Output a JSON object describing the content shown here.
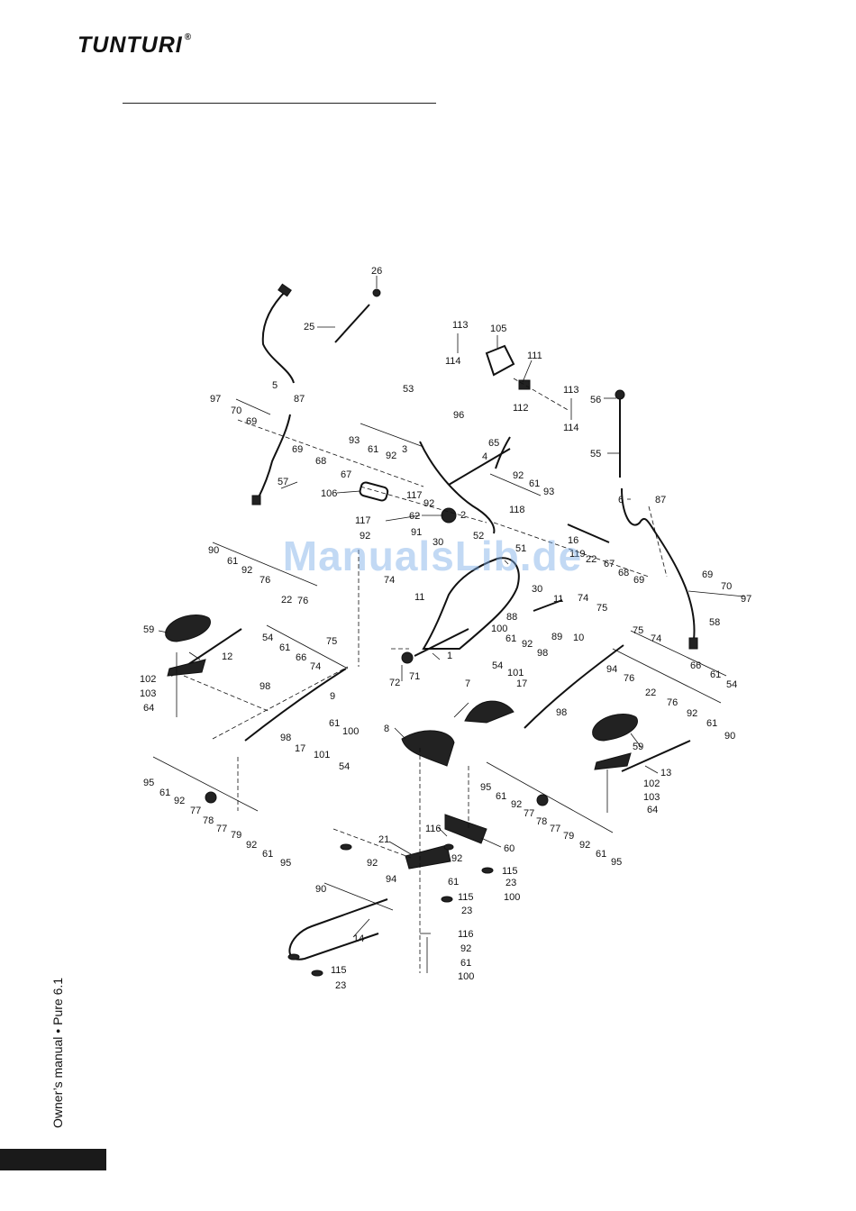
{
  "header": {
    "brand": "TUNTURI",
    "brand_mark": "®"
  },
  "watermark": "ManualsLib.de",
  "footer": {
    "manual_label": "Owner’s manual",
    "separator": "•",
    "model": "Pure 6.1"
  },
  "diagram": {
    "labels": [
      {
        "id": "l26",
        "text": "26"
      },
      {
        "id": "l25",
        "text": "25"
      },
      {
        "id": "l113a",
        "text": "113"
      },
      {
        "id": "l105",
        "text": "105"
      },
      {
        "id": "l114a",
        "text": "114"
      },
      {
        "id": "l111",
        "text": "111"
      },
      {
        "id": "l112",
        "text": "112"
      },
      {
        "id": "l113b",
        "text": "113"
      },
      {
        "id": "l114b",
        "text": "114"
      },
      {
        "id": "l56",
        "text": "56"
      },
      {
        "id": "l55",
        "text": "55"
      },
      {
        "id": "l6",
        "text": "6"
      },
      {
        "id": "l87b",
        "text": "87"
      },
      {
        "id": "l5",
        "text": "5"
      },
      {
        "id": "l87a",
        "text": "87"
      },
      {
        "id": "l97a",
        "text": "97"
      },
      {
        "id": "l70a",
        "text": "70"
      },
      {
        "id": "l69a",
        "text": "69"
      },
      {
        "id": "l53",
        "text": "53"
      },
      {
        "id": "l96",
        "text": "96"
      },
      {
        "id": "l3",
        "text": "3"
      },
      {
        "id": "l93a",
        "text": "93"
      },
      {
        "id": "l61a",
        "text": "61"
      },
      {
        "id": "l92a",
        "text": "92"
      },
      {
        "id": "l69b",
        "text": "69"
      },
      {
        "id": "l68a",
        "text": "68"
      },
      {
        "id": "l67a",
        "text": "67"
      },
      {
        "id": "l57",
        "text": "57"
      },
      {
        "id": "l65",
        "text": "65"
      },
      {
        "id": "l4",
        "text": "4"
      },
      {
        "id": "l92b",
        "text": "92"
      },
      {
        "id": "l61b",
        "text": "61"
      },
      {
        "id": "l93b",
        "text": "93"
      },
      {
        "id": "l106",
        "text": "106"
      },
      {
        "id": "l117a",
        "text": "117"
      },
      {
        "id": "l92c",
        "text": "92"
      },
      {
        "id": "l62",
        "text": "62"
      },
      {
        "id": "l2",
        "text": "2"
      },
      {
        "id": "l118",
        "text": "118"
      },
      {
        "id": "l117b",
        "text": "117"
      },
      {
        "id": "l92d",
        "text": "92"
      },
      {
        "id": "l91",
        "text": "91"
      },
      {
        "id": "l30a",
        "text": "30"
      },
      {
        "id": "l52",
        "text": "52"
      },
      {
        "id": "l51",
        "text": "51"
      },
      {
        "id": "l16",
        "text": "16"
      },
      {
        "id": "l119",
        "text": "119"
      },
      {
        "id": "l22a",
        "text": "22"
      },
      {
        "id": "l67b",
        "text": "67"
      },
      {
        "id": "l68b",
        "text": "68"
      },
      {
        "id": "l69c",
        "text": "69"
      },
      {
        "id": "l69d",
        "text": "69"
      },
      {
        "id": "l70b",
        "text": "70"
      },
      {
        "id": "l97b",
        "text": "97"
      },
      {
        "id": "l58",
        "text": "58"
      },
      {
        "id": "l90a",
        "text": "90"
      },
      {
        "id": "l61c",
        "text": "61"
      },
      {
        "id": "l92e",
        "text": "92"
      },
      {
        "id": "l76a",
        "text": "76"
      },
      {
        "id": "l22b",
        "text": "22"
      },
      {
        "id": "l76b",
        "text": "76"
      },
      {
        "id": "l74a",
        "text": "74"
      },
      {
        "id": "l11a",
        "text": "11"
      },
      {
        "id": "l88",
        "text": "88"
      },
      {
        "id": "l30b",
        "text": "30"
      },
      {
        "id": "l11b",
        "text": "11"
      },
      {
        "id": "l89",
        "text": "89"
      },
      {
        "id": "l74b",
        "text": "74"
      },
      {
        "id": "l75a",
        "text": "75"
      },
      {
        "id": "l59a",
        "text": "59"
      },
      {
        "id": "l12",
        "text": "12"
      },
      {
        "id": "l54a",
        "text": "54"
      },
      {
        "id": "l61d",
        "text": "61"
      },
      {
        "id": "l66a",
        "text": "66"
      },
      {
        "id": "l74c",
        "text": "74"
      },
      {
        "id": "l75b",
        "text": "75"
      },
      {
        "id": "l100a",
        "text": "100"
      },
      {
        "id": "l61e",
        "text": "61"
      },
      {
        "id": "l92f",
        "text": "92"
      },
      {
        "id": "l98a",
        "text": "98"
      },
      {
        "id": "l54b",
        "text": "54"
      },
      {
        "id": "l101a",
        "text": "101"
      },
      {
        "id": "l17a",
        "text": "17"
      },
      {
        "id": "l10",
        "text": "10"
      },
      {
        "id": "l75c",
        "text": "75"
      },
      {
        "id": "l74d",
        "text": "74"
      },
      {
        "id": "l66b",
        "text": "66"
      },
      {
        "id": "l61f",
        "text": "61"
      },
      {
        "id": "l54c",
        "text": "54"
      },
      {
        "id": "l94a",
        "text": "94"
      },
      {
        "id": "l76c",
        "text": "76"
      },
      {
        "id": "l22c",
        "text": "22"
      },
      {
        "id": "l76d",
        "text": "76"
      },
      {
        "id": "l92g",
        "text": "92"
      },
      {
        "id": "l61g",
        "text": "61"
      },
      {
        "id": "l90b",
        "text": "90"
      },
      {
        "id": "l1",
        "text": "1"
      },
      {
        "id": "l72",
        "text": "72"
      },
      {
        "id": "l71",
        "text": "71"
      },
      {
        "id": "l102a",
        "text": "102"
      },
      {
        "id": "l103a",
        "text": "103"
      },
      {
        "id": "l64a",
        "text": "64"
      },
      {
        "id": "l9",
        "text": "9"
      },
      {
        "id": "l98b",
        "text": "98"
      },
      {
        "id": "l98c",
        "text": "98"
      },
      {
        "id": "l17b",
        "text": "17"
      },
      {
        "id": "l61h",
        "text": "61"
      },
      {
        "id": "l100b",
        "text": "100"
      },
      {
        "id": "l101b",
        "text": "101"
      },
      {
        "id": "l54d",
        "text": "54"
      },
      {
        "id": "l7",
        "text": "7"
      },
      {
        "id": "l8",
        "text": "8"
      },
      {
        "id": "l98d",
        "text": "98"
      },
      {
        "id": "l59b",
        "text": "59"
      },
      {
        "id": "l13",
        "text": "13"
      },
      {
        "id": "l102b",
        "text": "102"
      },
      {
        "id": "l103b",
        "text": "103"
      },
      {
        "id": "l64b",
        "text": "64"
      },
      {
        "id": "l95a",
        "text": "95"
      },
      {
        "id": "l61i",
        "text": "61"
      },
      {
        "id": "l92h",
        "text": "92"
      },
      {
        "id": "l77a",
        "text": "77"
      },
      {
        "id": "l78a",
        "text": "78"
      },
      {
        "id": "l77b",
        "text": "77"
      },
      {
        "id": "l79a",
        "text": "79"
      },
      {
        "id": "l92i",
        "text": "92"
      },
      {
        "id": "l61j",
        "text": "61"
      },
      {
        "id": "l95b",
        "text": "95"
      },
      {
        "id": "l95c",
        "text": "95"
      },
      {
        "id": "l61k",
        "text": "61"
      },
      {
        "id": "l92j",
        "text": "92"
      },
      {
        "id": "l77c",
        "text": "77"
      },
      {
        "id": "l78b",
        "text": "78"
      },
      {
        "id": "l77d",
        "text": "77"
      },
      {
        "id": "l79b",
        "text": "79"
      },
      {
        "id": "l92k",
        "text": "92"
      },
      {
        "id": "l61l",
        "text": "61"
      },
      {
        "id": "l95d",
        "text": "95"
      },
      {
        "id": "l116a",
        "text": "116"
      },
      {
        "id": "l60",
        "text": "60"
      },
      {
        "id": "l21",
        "text": "21"
      },
      {
        "id": "l92l",
        "text": "92"
      },
      {
        "id": "l61m",
        "text": "61"
      },
      {
        "id": "l115a",
        "text": "115"
      },
      {
        "id": "l23a",
        "text": "23"
      },
      {
        "id": "l100c",
        "text": "100"
      },
      {
        "id": "l92m",
        "text": "92"
      },
      {
        "id": "l94b",
        "text": "94"
      },
      {
        "id": "l90c",
        "text": "90"
      },
      {
        "id": "l115b",
        "text": "115"
      },
      {
        "id": "l23b",
        "text": "23"
      },
      {
        "id": "l14",
        "text": "14"
      },
      {
        "id": "l116b",
        "text": "116"
      },
      {
        "id": "l92n",
        "text": "92"
      },
      {
        "id": "l61n",
        "text": "61"
      },
      {
        "id": "l100d",
        "text": "100"
      },
      {
        "id": "l115c",
        "text": "115"
      },
      {
        "id": "l23c",
        "text": "23"
      }
    ]
  }
}
